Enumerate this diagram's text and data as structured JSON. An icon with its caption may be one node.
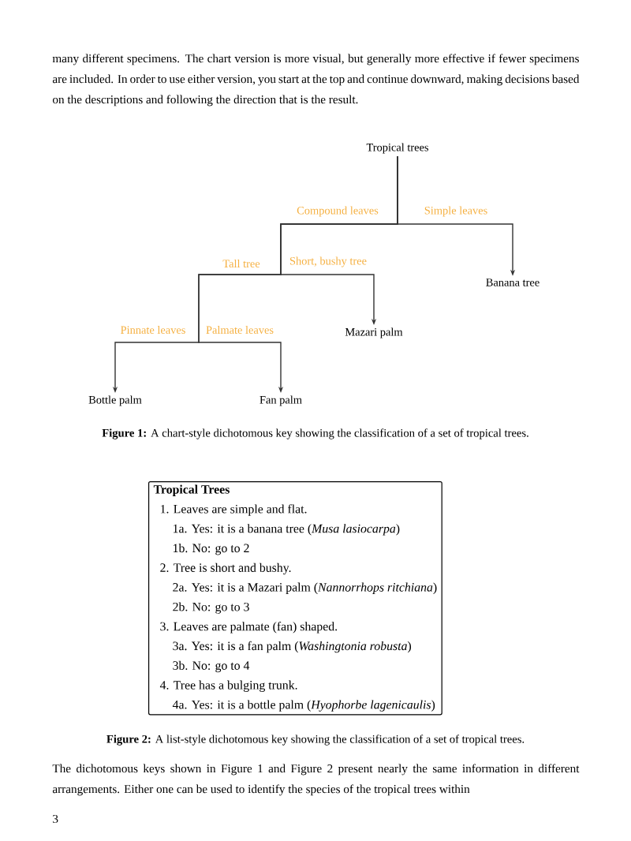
{
  "diagram": {
    "nodes": [
      {
        "text": [
          "Tropical trees"
        ]
      },
      {
        "text": [
          "Banana tree"
        ]
      },
      {
        "text": [
          "Mazari palm"
        ]
      },
      {
        "text": [
          "Bottle palm"
        ]
      },
      {
        "text": [
          "Fan palm"
        ]
      },
      {
        "text": [
          "Tropical Trees",
          "1. Leaves are simple and flat.",
          "1a. Yes: it is a banana tree (*Musa lasiocarpa*)",
          "1b. No: go to 2",
          "2. Tree is short and bushy.",
          "2a. Yes: it is a Mazari palm (*Nannorrhops ritchiana*)",
          "2b. No: go to 3",
          "3. Leaves are palmate (fan) shaped.",
          "3a. Yes: it is a fan palm (*Washingtonia robusta*)",
          "3b. No: go to 4",
          "4. Tree has a bulging trunk.",
          "4a. Yes: it is a bottle palm (*Hyophorbe lagenicaulis*)"
        ]
      }
    ],
    "edges": [
      {
        "from": 0,
        "to": 1,
        "arrow": "to",
        "label": "Simple leaves"
      },
      {
        "from": 0,
        "to": 2,
        "arrow": "to",
        "label": "Short, bushy tree"
      },
      {
        "from": 0,
        "to": 3,
        "arrow": "to",
        "label": "Pinnate leaves"
      },
      {
        "from": 0,
        "to": 4,
        "arrow": "to",
        "label": "Palmate leaves"
      }
    ],
    "labels": [
      "many different specimens. The chart version is more visual, but generally more effective if fewer specimens are included. In order to use either version, you start at the top and continue downward, making decisions based on the descriptions and following the direction that is the result.",
      "Compound leaves",
      "Tall tree",
      "**Figure 1:** A chart-style dichotomous key showing the classification of a set of tropical trees.",
      "**Figure 2:** A list-style dichotomous key showing the classification of a set of tropical trees.",
      "The dichotomous keys shown in Figure 1 and Figure 2 present nearly the same information in different arrangements. Either one can be used to identify the species of the tropical trees within",
      "3"
    ]
  }
}
